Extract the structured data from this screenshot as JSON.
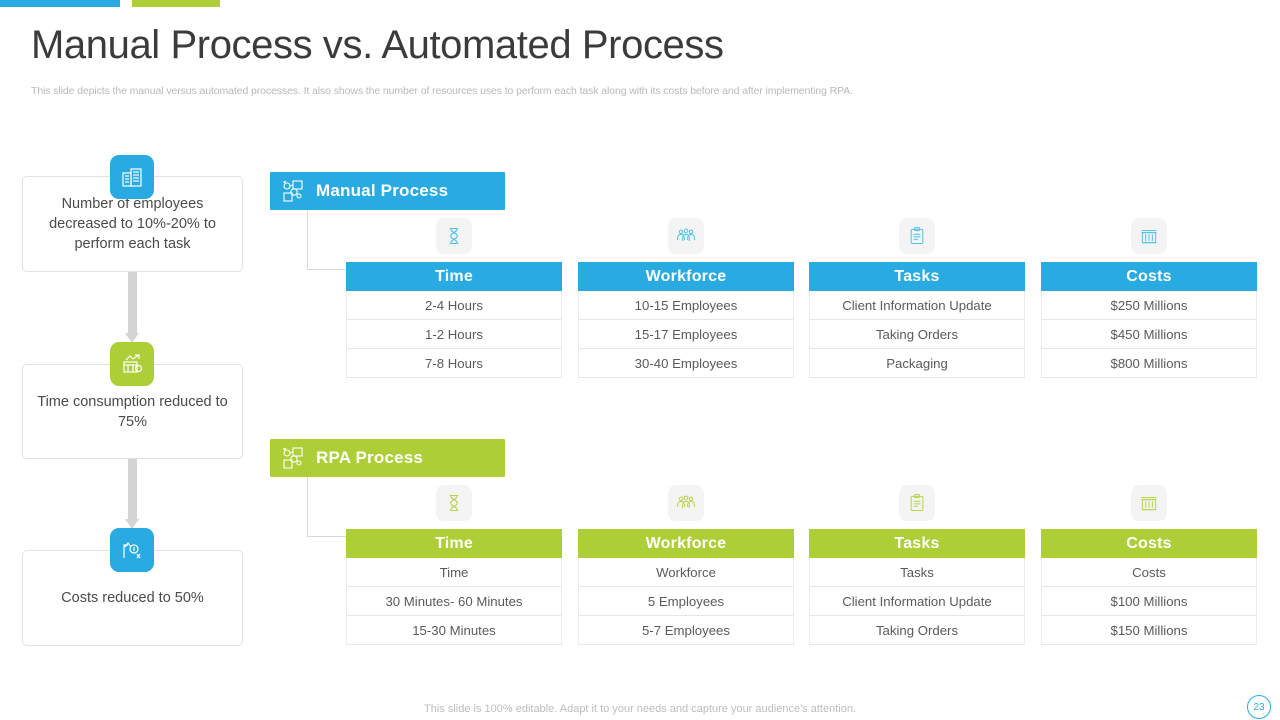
{
  "header": {
    "title": "Manual Process vs. Automated Process",
    "subtitle": "This slide depicts the manual versus automated processes. It also shows the number of resources uses to perform each task along with its costs before and after implementing RPA."
  },
  "colors": {
    "blue": "#29ABE2",
    "green": "#AECE38",
    "text": "#4a4a4a",
    "muted": "#bdbdbd"
  },
  "accent_bars": [
    {
      "name": "blue-bar",
      "color": "#29ABE2"
    },
    {
      "name": "green-bar",
      "color": "#AECE38"
    }
  ],
  "callouts": [
    {
      "icon": "office-building-icon",
      "icon_color": "#29ABE2",
      "text": "Number of employees decreased to 10%-20% to perform each task"
    },
    {
      "icon": "time-savings-icon",
      "icon_color": "#AECE38",
      "text": "Time consumption reduced to 75%"
    },
    {
      "icon": "cost-growth-icon",
      "icon_color": "#29ABE2",
      "text": "Costs reduced to 50%"
    }
  ],
  "sections": [
    {
      "key": "manual",
      "banner_label": "Manual Process",
      "banner_icon": "process-gears-icon",
      "accent": "#29ABE2",
      "columns": [
        {
          "header": "Time",
          "icon": "hourglass-icon",
          "rows": [
            "2-4 Hours",
            "1-2 Hours",
            "7-8 Hours"
          ]
        },
        {
          "header": "Workforce",
          "icon": "people-group-icon",
          "rows": [
            "10-15 Employees",
            "15-17 Employees",
            "30-40 Employees"
          ]
        },
        {
          "header": "Tasks",
          "icon": "clipboard-icon",
          "rows": [
            "Client Information Update",
            "Taking Orders",
            "Packaging"
          ]
        },
        {
          "header": "Costs",
          "icon": "bank-icon",
          "rows": [
            "$250 Millions",
            "$450 Millions",
            "$800 Millions"
          ]
        }
      ]
    },
    {
      "key": "rpa",
      "banner_label": "RPA Process",
      "banner_icon": "process-gears-icon",
      "accent": "#AECE38",
      "columns": [
        {
          "header": "Time",
          "icon": "hourglass-icon",
          "rows": [
            "Time",
            "30  Minutes- 60 Minutes",
            "15-30 Minutes"
          ]
        },
        {
          "header": "Workforce",
          "icon": "people-group-icon",
          "rows": [
            "Workforce",
            "5 Employees",
            "5-7 Employees"
          ]
        },
        {
          "header": "Tasks",
          "icon": "clipboard-icon",
          "rows": [
            "Tasks",
            "Client Information Update",
            "Taking Orders"
          ]
        },
        {
          "header": "Costs",
          "icon": "bank-icon",
          "rows": [
            "Costs",
            "$100 Millions",
            "$150 Millions"
          ]
        }
      ]
    }
  ],
  "footer": {
    "note": "This slide is 100% editable. Adapt it to your needs and capture your audience's attention.",
    "page_number": "23"
  }
}
